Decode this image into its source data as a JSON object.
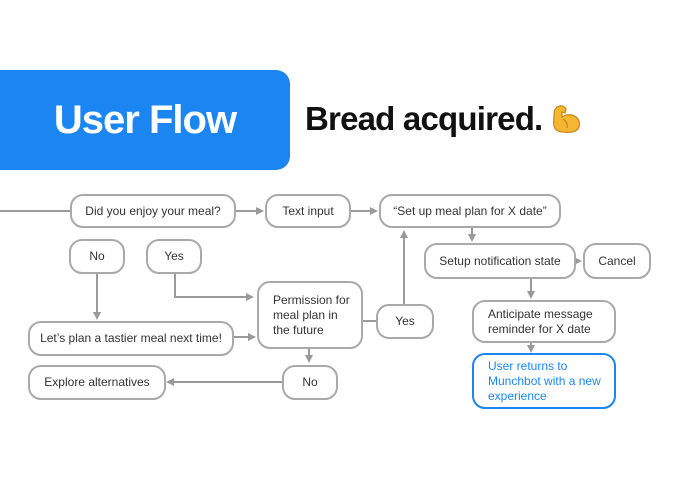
{
  "header": {
    "title": "User Flow",
    "headline": "Bread acquired.",
    "headline_icon": "flexed-biceps-icon",
    "accent_color": "#1b86f2"
  },
  "nodes": {
    "enjoy_meal": "Did you enjoy your meal?",
    "text_input": "Text input",
    "setup_plan": "“Set up meal plan for X date”",
    "no_1": "No",
    "yes_1": "Yes",
    "setup_notification": "Setup notification state",
    "cancel": "Cancel",
    "permission": "Permission for meal plan in the future",
    "yes_2": "Yes",
    "anticipate": "Anticipate message reminder for X date",
    "tastier_meal": "Let’s plan a tastier meal next time!",
    "user_returns": "User returns to Munchbot with a new experience",
    "no_2": "No",
    "explore": "Explore alternatives"
  }
}
